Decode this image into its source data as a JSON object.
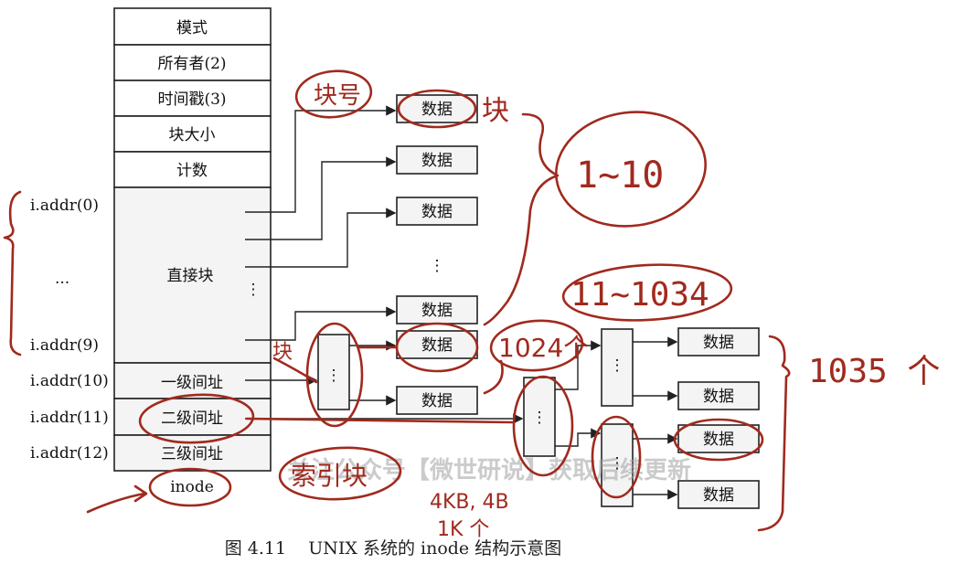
{
  "inode_fields": [
    "模式",
    "所有者(2)",
    "时间戳(3)",
    "块大小",
    "计数"
  ],
  "direct_block_label": "直接块",
  "indirect_labels": [
    "一级间址",
    "二级间址",
    "三级间址"
  ],
  "inode_label": "inode",
  "addr_labels": [
    "i.addr(0)",
    "...",
    "i.addr(9)",
    "i.addr(10)",
    "i.addr(11)",
    "i.addr(12)"
  ],
  "vertical_dots": "⋮",
  "data_label": "数据",
  "caption": "图 4.11    UNIX 系统的 inode 结构示意图",
  "watermark": "关注公众号【微世研说】获取后续更新",
  "annotations": {
    "block_number": "块号",
    "block": "块",
    "range_direct": "1~10",
    "range_single": "11~1034",
    "count_1024": "1024个",
    "count_1035": "1035 个",
    "index_block": "索引块",
    "size_note_1": "4KB, 4B",
    "size_note_2": "1K 个",
    "block_small": "块"
  },
  "colors": {
    "ink": "#a02a1e",
    "line": "#222222",
    "cell_fill": "#f4f4f4"
  }
}
